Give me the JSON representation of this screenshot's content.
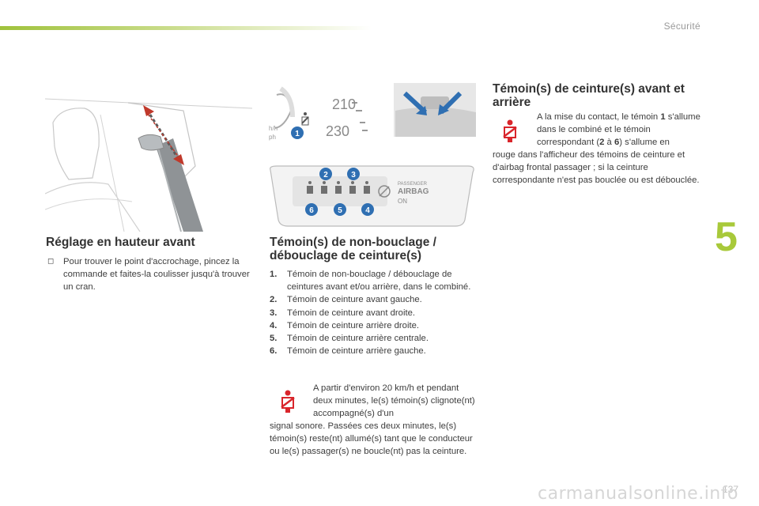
{
  "header": {
    "section": "Sécurité",
    "chapter": "5",
    "page_number": "137",
    "watermark": "carmanualsonline.info"
  },
  "left": {
    "title": "Réglage en hauteur avant",
    "bullet": "",
    "text": "Pour trouver le point d'accrochage, pincez la commande et faites-la coulisser jusqu'à trouver un cran."
  },
  "middle": {
    "title": "Témoin(s) de non-bouclage / débouclage de ceinture(s)",
    "figure": {
      "speed_labels": [
        "210",
        "230"
      ],
      "unit_label": "h\nph",
      "airbag_label": "PASSENGER",
      "airbag_title": "AIRBAG",
      "airbag_state": "ON",
      "callouts": [
        "1",
        "2",
        "3",
        "4",
        "5",
        "6"
      ]
    },
    "items": [
      {
        "num": "1.",
        "text": "Témoin de non-bouclage / débouclage de ceintures avant et/ou arrière, dans le combiné."
      },
      {
        "num": "2.",
        "text": "Témoin de ceinture avant gauche."
      },
      {
        "num": "3.",
        "text": "Témoin de ceinture avant droite."
      },
      {
        "num": "4.",
        "text": "Témoin de ceinture arrière droite."
      },
      {
        "num": "5.",
        "text": "Témoin de ceinture arrière centrale."
      },
      {
        "num": "6.",
        "text": "Témoin de ceinture arrière gauche."
      }
    ],
    "warning_top": "A partir d'environ 20 km/h et pendant deux minutes, le(s) témoin(s) clignote(nt) accompagné(s) d'un",
    "warning_rest": "signal sonore. Passées ces deux minutes, le(s) témoin(s) reste(nt) allumé(s) tant que le conducteur ou le(s) passager(s) ne boucle(nt) pas la ceinture."
  },
  "right": {
    "title": "Témoin(s) de ceinture(s) avant et arrière",
    "text_top_a": "A la mise du contact, le témoin ",
    "text_top_b": "1",
    "text_top_c": " s'allume dans le combiné et le témoin correspondant (",
    "text_top_d": "2",
    "text_top_e": " à ",
    "text_top_f": "6",
    "text_top_g": ") s'allume en",
    "text_rest": "rouge dans l'afficheur des témoins de ceinture et d'airbag frontal passager ; si la ceinture correspondante n'est pas bouclée ou est débouclée."
  },
  "colors": {
    "accent": "#a8c93a",
    "warning_red": "#d9252b",
    "callout_blue": "#2f6fb2"
  }
}
